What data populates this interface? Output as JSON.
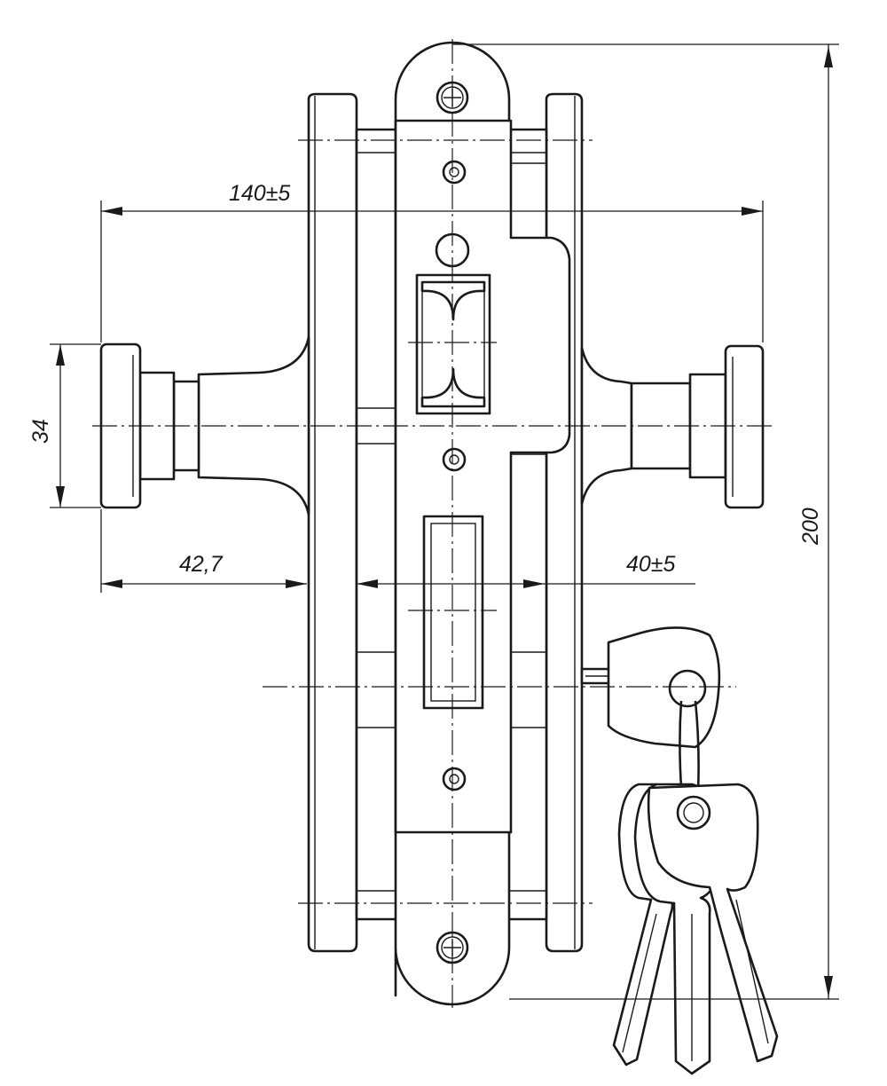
{
  "dimensions": {
    "handle_span": "140±5",
    "knob_diameter": "34",
    "knob_projection": "42,7",
    "backset": "40±5",
    "plate_height": "200"
  },
  "colors": {
    "line": "#1a1a1a",
    "paper": "#ffffff"
  },
  "parts": {
    "keys_count": 3,
    "faceplate_screws": 2,
    "mounting_screws": 3
  }
}
